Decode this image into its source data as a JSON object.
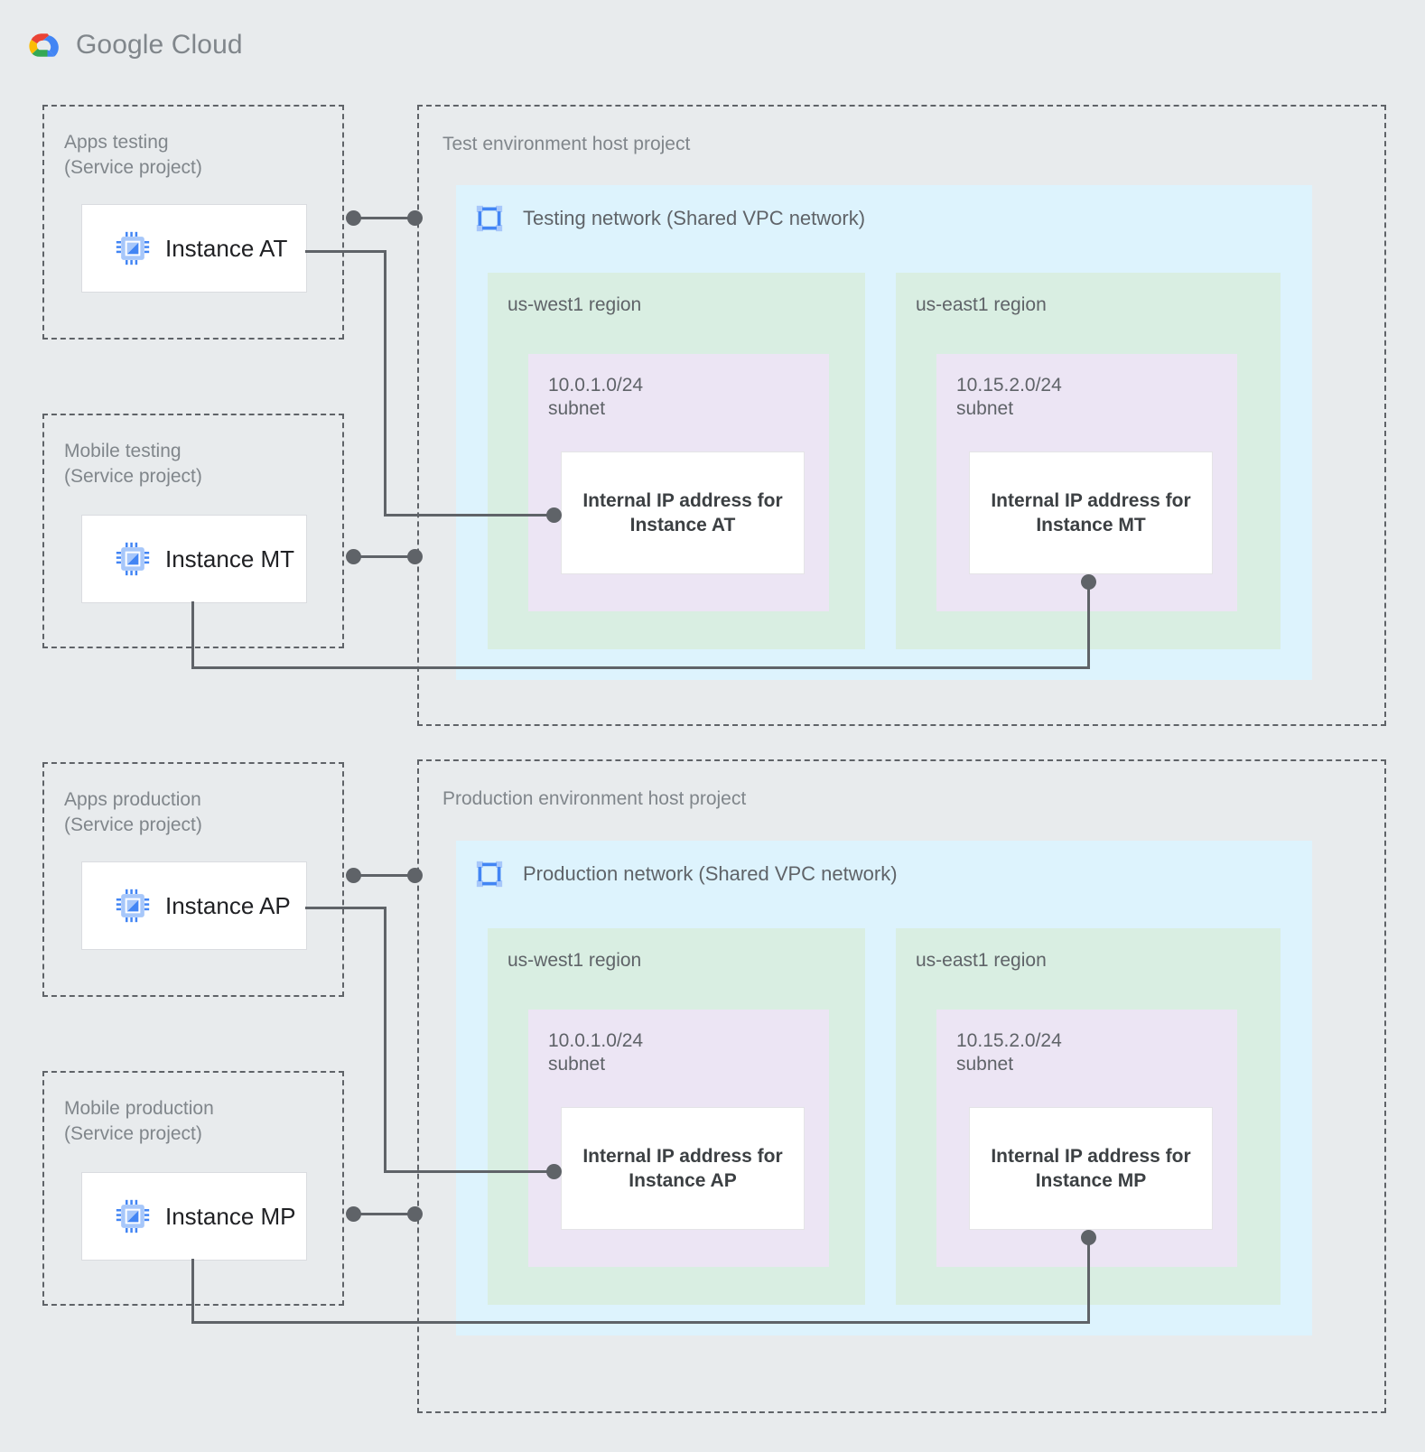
{
  "brand": {
    "name_bold": "Google",
    "name_light": " Cloud",
    "logo": "google-cloud-logo"
  },
  "service_projects": [
    {
      "id": "apps-testing",
      "label": "Apps testing\n(Service project)",
      "instance": "Instance AT",
      "icon": "vm-instance-icon"
    },
    {
      "id": "mobile-testing",
      "label": "Mobile testing\n(Service project)",
      "instance": "Instance MT",
      "icon": "vm-instance-icon"
    },
    {
      "id": "apps-production",
      "label": "Apps production\n(Service project)",
      "instance": "Instance AP",
      "icon": "vm-instance-icon"
    },
    {
      "id": "mobile-production",
      "label": "Mobile production\n(Service project)",
      "instance": "Instance MP",
      "icon": "vm-instance-icon"
    }
  ],
  "host_projects": [
    {
      "id": "test-environment",
      "label": "Test environment host project",
      "network": {
        "title": "Testing network (Shared VPC network)",
        "icon": "vpc-network-icon"
      },
      "regions": [
        {
          "name": "us-west1 region",
          "subnet": "10.0.1.0/24\nsubnet",
          "ip_box": "Internal IP address for\nInstance AT"
        },
        {
          "name": "us-east1 region",
          "subnet": "10.15.2.0/24\nsubnet",
          "ip_box": "Internal IP address for\nInstance MT"
        }
      ]
    },
    {
      "id": "production-environment",
      "label": "Production environment host project",
      "network": {
        "title": "Production network (Shared VPC network)",
        "icon": "vpc-network-icon"
      },
      "regions": [
        {
          "name": "us-west1 region",
          "subnet": "10.0.1.0/24\nsubnet",
          "ip_box": "Internal IP address for\nInstance AP"
        },
        {
          "name": "us-east1 region",
          "subnet": "10.15.2.0/24\nsubnet",
          "ip_box": "Internal IP address for\nInstance MP"
        }
      ]
    }
  ],
  "colors": {
    "background": "#e8ebed",
    "vpc_fill": "#ddf3fd",
    "region_fill": "#d9eee2",
    "subnet_fill": "#ece5f4",
    "card_fill": "#ffffff",
    "border_dashed": "#5f6368",
    "wire": "#5f6368",
    "label_gray": "#80868b",
    "heading_gray": "#5f6368",
    "text_dark": "#202124",
    "icon_blue": "#4285f4",
    "logo_red": "#ea4335",
    "logo_yellow": "#fbbc04",
    "logo_green": "#34a853",
    "logo_blue": "#4285f4"
  }
}
